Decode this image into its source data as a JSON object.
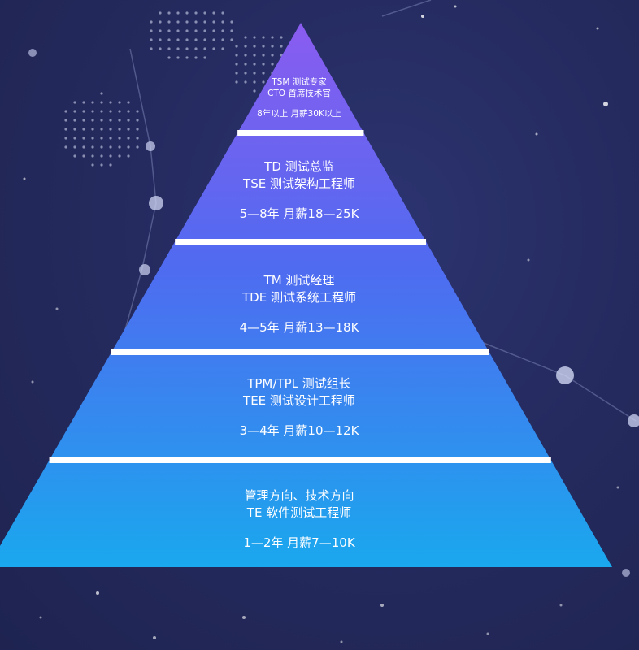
{
  "colors": {
    "background": "#23295a",
    "tier_top": "#8a5cf0",
    "tier_bottom": "#1aa8ee",
    "separator": "#ffffff",
    "text": "#ffffff"
  },
  "tiers": [
    {
      "title": "TSM 测试专家",
      "subtitle": "CTO 首席技术官",
      "salary": "8年以上  月薪30K以上"
    },
    {
      "title": "TD 测试总监",
      "subtitle": "TSE 测试架构工程师",
      "salary": "5—8年  月薪18—25K"
    },
    {
      "title": "TM 测试经理",
      "subtitle": "TDE 测试系统工程师",
      "salary": "4—5年  月薪13—18K"
    },
    {
      "title": "TPM/TPL 测试组长",
      "subtitle": "TEE 测试设计工程师",
      "salary": "3—4年  月薪10—12K"
    },
    {
      "title": "管理方向、技术方向",
      "subtitle": "TE 软件测试工程师",
      "salary": "1—2年  月薪7—10K"
    }
  ]
}
